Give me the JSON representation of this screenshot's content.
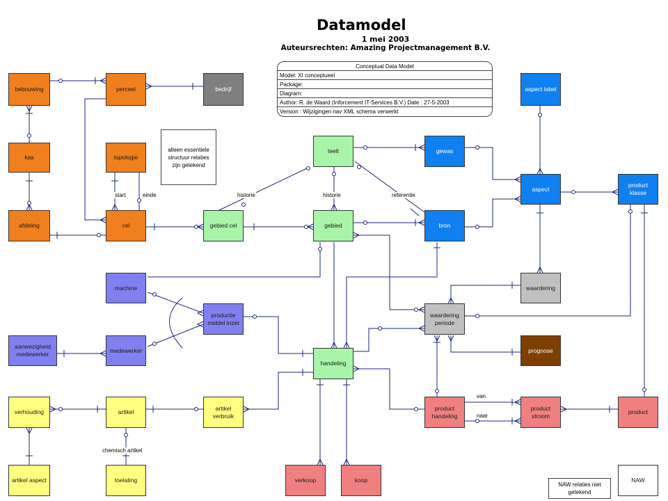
{
  "header": {
    "title": "Datamodel",
    "subtitle": "1 mei 2003",
    "copyright": "Auteursrechten: Amazing Projectmanagement B.V."
  },
  "info_box": {
    "header": "Conceptual Data Model",
    "model": "Model: XI conceptueel",
    "package": "Package:",
    "diagram": "Diagram:",
    "author": "Author: R. de Waard (Inforcement IT-Services B.V.)     Date : 27-5-2003",
    "version": "Version : Wijzigingen nav XML schema verwerkt"
  },
  "entities": {
    "bebouwing": "bebouwing",
    "perceel": "perceel",
    "bedrijf": "bedrijf",
    "kas": "kas",
    "topologie": "topologie",
    "afdeling": "afdeling",
    "cel": "cel",
    "teelt": "teelt",
    "gewas": "gewas",
    "aspect_label": "aspect label",
    "aspect": "aspect",
    "product_klasse": "product klasse",
    "gebied_cel": "gebied cel",
    "gebied": "gebied",
    "bron": "bron",
    "machine": "machine",
    "productie_middel_inzet": "productie middel inzet",
    "waardering": "waardering",
    "waardering_periode": "waardering periode",
    "aanwezigheid_medewerker": "aanwezigheid medewerker",
    "medewerker": "medewerker",
    "handeling": "handeling",
    "prognose": "prognose",
    "verhouding": "verhouding",
    "artikel": "artikel",
    "artikel_verbruik": "artikel verbruik",
    "product_handeling": "product handeling",
    "product_stroom": "product stroom",
    "product": "product",
    "artikel_aspect": "artikel aspect",
    "toelating": "toelating",
    "verkoop": "verkoop",
    "koop": "koop",
    "naw": "NAW"
  },
  "notes": {
    "structure": "alleen essentiele structuur relaties zijn getekend",
    "naw": "NAW relaties niet getekend"
  },
  "relationship_labels": {
    "start": "start",
    "einde": "einde",
    "historie_1": "historie",
    "historie_2": "historie",
    "referentie": "referentie",
    "van": "van",
    "naar": "naar",
    "chemisch_artikel": "chemisch artikel"
  },
  "colors": {
    "orange": "#f07f1e",
    "gray": "#7f7f7f",
    "green": "#a8f4a8",
    "blue": "#0f80f0",
    "purple": "#8080f0",
    "light_gray": "#c0c0c0",
    "brown": "#7f3f00",
    "yellow": "#ffff80",
    "pink": "#f08080",
    "line": "#1a237e"
  }
}
